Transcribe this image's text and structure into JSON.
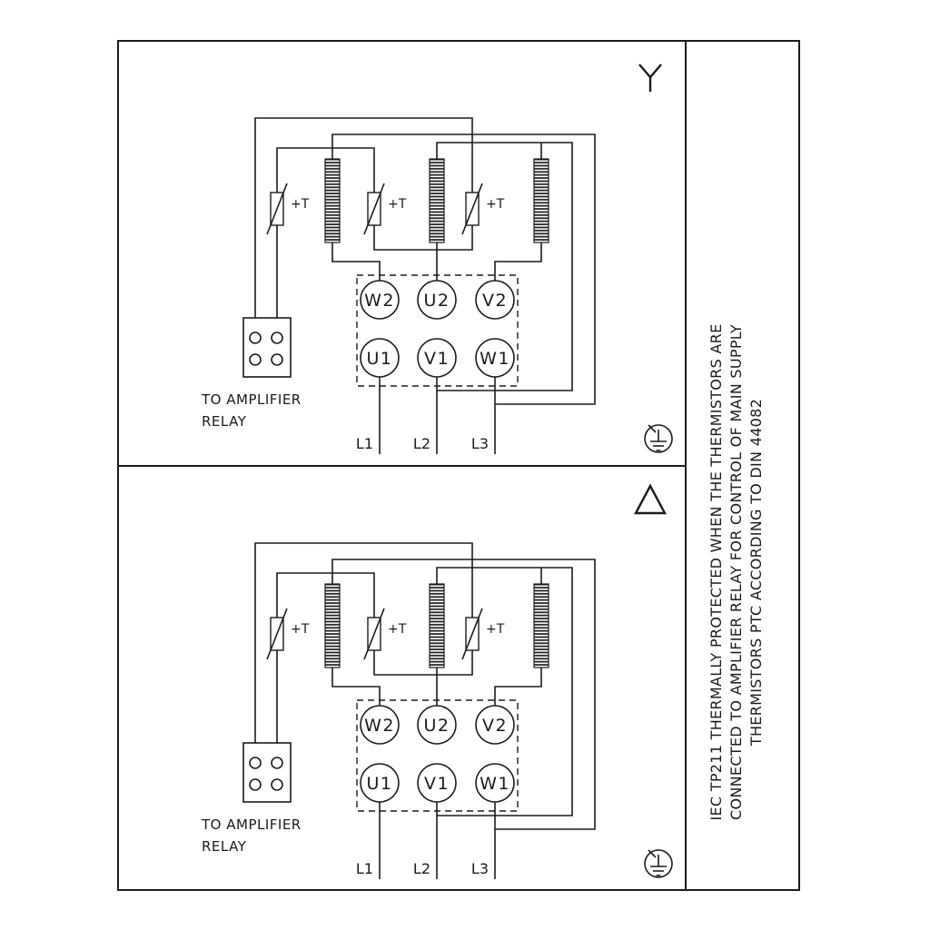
{
  "side_note": {
    "line1": "IEC TP211 THERMALLY PROTECTED WHEN THE THERMISTORS ARE",
    "line2": "CONNECTED TO AMPLIFIER RELAY FOR CONTROL OF MAIN SUPPLY",
    "line3": "THERMISTORS PTC ACCORDING TO DIN 44082"
  },
  "colors": {
    "line": "#1b1b1b",
    "background": "#ffffff"
  },
  "star_diagram": {
    "connection_symbol": "star-icon",
    "terminals_top": [
      "W2",
      "U2",
      "V2"
    ],
    "terminals_bottom": [
      "U1",
      "V1",
      "W1"
    ],
    "thermistor_label": "+T",
    "relay_label_line1": "TO AMPLIFIER",
    "relay_label_line2": "RELAY",
    "supply_lines": [
      "L1",
      "L2",
      "L3"
    ]
  },
  "delta_diagram": {
    "connection_symbol": "delta-icon",
    "terminals_top": [
      "W2",
      "U2",
      "V2"
    ],
    "terminals_bottom": [
      "U1",
      "V1",
      "W1"
    ],
    "thermistor_label": "+T",
    "relay_label_line1": "TO AMPLIFIER",
    "relay_label_line2": "RELAY",
    "supply_lines": [
      "L1",
      "L2",
      "L3"
    ]
  }
}
